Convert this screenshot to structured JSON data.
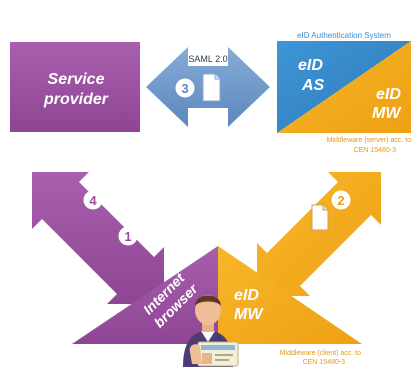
{
  "service_provider": {
    "line1": "Service",
    "line2": "provider"
  },
  "eid_system": {
    "caption": "eID Authentication System",
    "as_line1": "eID",
    "as_line2": "AS",
    "mw_line1": "eID",
    "mw_line2": "MW",
    "note_line1": "Middleware (server) acc. to",
    "note_line2": "CEN 15480-3"
  },
  "saml_arrow": {
    "label": "SAML 2.0",
    "step": "3"
  },
  "left_arrow": {
    "step_top": "4",
    "step_bottom": "1"
  },
  "right_arrow": {
    "step": "2"
  },
  "client": {
    "browser_line1": "Internet",
    "browser_line2": "browser",
    "mw_line1": "eID",
    "mw_line2": "MW",
    "note_line1": "Middleware (client) acc. to",
    "note_line2": "CEN 15480-3"
  },
  "colors": {
    "purple": "#9a4f9e",
    "blue": "#3b8fcf",
    "orange": "#f3a91c",
    "arrow_blue": "#6d98c8"
  },
  "icons": [
    "document-icon",
    "person-icon",
    "id-card-icon"
  ]
}
